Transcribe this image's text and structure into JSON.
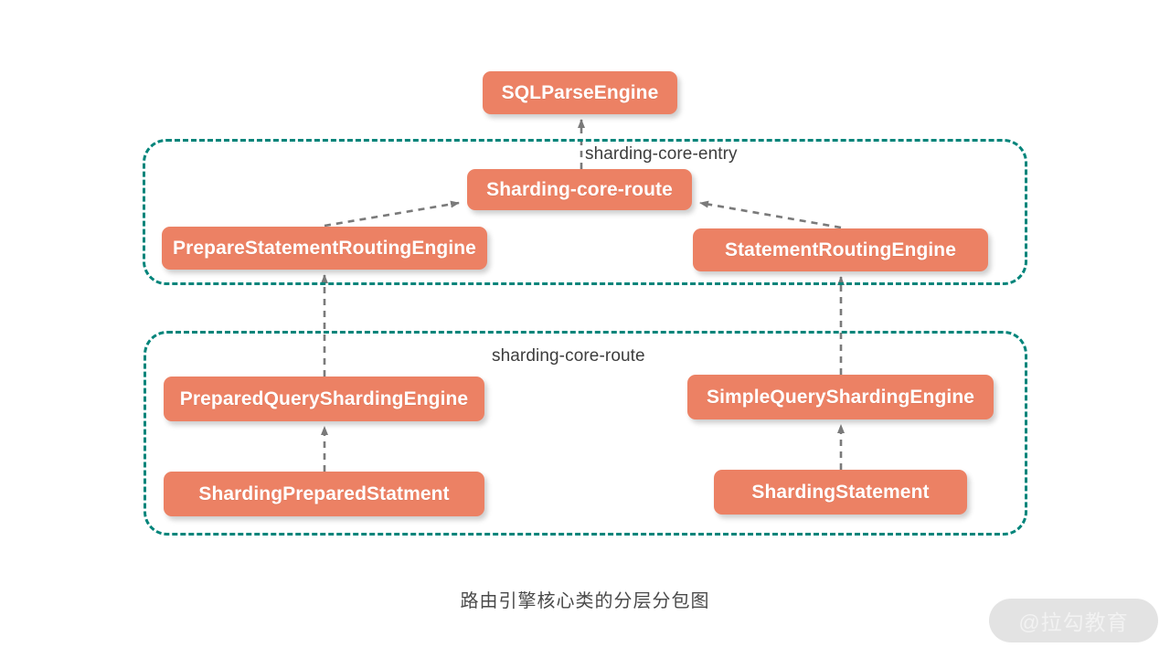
{
  "diagram": {
    "caption": "路由引擎核心类的分层分包图",
    "colors": {
      "node_fill": "#EC8164",
      "node_text": "#FFFFFF",
      "package_border": "#00847A",
      "arrow": "#808080",
      "label_text": "#3D3D3D",
      "background": "#FFFFFF"
    },
    "packages": [
      {
        "id": "sharding-core-entry",
        "label": "sharding-core-entry"
      },
      {
        "id": "sharding-core-route",
        "label": "sharding-core-route"
      }
    ],
    "nodes": [
      {
        "id": "sqlparse",
        "label": "SQLParseEngine"
      },
      {
        "id": "core-route",
        "label": "Sharding-core-route"
      },
      {
        "id": "prepare-route",
        "label": "PrepareStatementRoutingEngine"
      },
      {
        "id": "stmt-route",
        "label": "StatementRoutingEngine"
      },
      {
        "id": "prepared-qse",
        "label": "PreparedQueryShardingEngine"
      },
      {
        "id": "simple-qse",
        "label": "SimpleQueryShardingEngine"
      },
      {
        "id": "sharding-ps",
        "label": "ShardingPreparedStatment"
      },
      {
        "id": "sharding-s",
        "label": "ShardingStatement"
      }
    ],
    "edges": [
      {
        "from": "core-route",
        "to": "sqlparse",
        "style": "dashed-arrow",
        "direction": "up"
      },
      {
        "from": "prepare-route",
        "to": "core-route",
        "style": "dashed-arrow",
        "direction": "up-right"
      },
      {
        "from": "stmt-route",
        "to": "core-route",
        "style": "dashed-arrow",
        "direction": "up-left"
      },
      {
        "from": "prepared-qse",
        "to": "prepare-route",
        "style": "dashed-arrow",
        "direction": "up"
      },
      {
        "from": "simple-qse",
        "to": "stmt-route",
        "style": "dashed-arrow",
        "direction": "up"
      },
      {
        "from": "sharding-ps",
        "to": "prepared-qse",
        "style": "dashed-arrow",
        "direction": "up"
      },
      {
        "from": "sharding-s",
        "to": "simple-qse",
        "style": "dashed-arrow",
        "direction": "up"
      }
    ]
  },
  "watermark": {
    "text": "@拉勾教育"
  }
}
